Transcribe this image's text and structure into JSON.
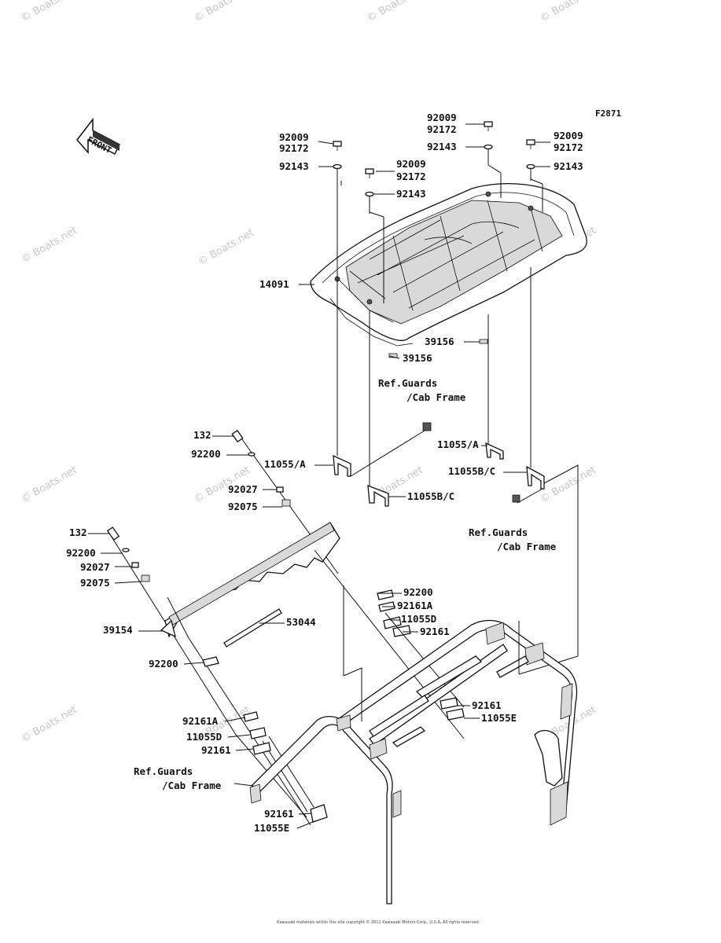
{
  "figure_code": "F2871",
  "front_label": "FRONT",
  "watermark": "© Boats.net",
  "copyright": "Kawasaki materials within this site copyright © 2011 Kawasaki Motors Corp., U.S.A. All rights reserved.",
  "ref_note": "Ref. Guards /Cab Frame",
  "ref_line1": "Ref.Guards",
  "ref_line2": "/Cab Frame",
  "part_labels": {
    "l92009_a": "92009",
    "l92172_a": "92172",
    "l92143_a": "92143",
    "l92009_b": "92009",
    "l92172_b": "92172",
    "l92143_b": "92143",
    "l92009_c": "92009",
    "l92172_c": "92172",
    "l92143_c": "92143",
    "l92009_d": "92009",
    "l92172_d": "92172",
    "l92143_d": "92143",
    "l14091": "14091",
    "l39156_a": "39156",
    "l39156_b": "39156",
    "l132_a": "132",
    "l92200_a": "92200",
    "l11055A_a": "11055/A",
    "l92027_a": "92027",
    "l92075_a": "92075",
    "l11055BC_a": "11055B/C",
    "l11055A_b": "11055/A",
    "l11055BC_b": "11055B/C",
    "l132_b": "132",
    "l92200_b": "92200",
    "l92027_b": "92027",
    "l92075_b": "92075",
    "l39154": "39154",
    "l53044": "53044",
    "l92200_c": "92200",
    "l92161A_a": "92161A",
    "l11055D_a": "11055D",
    "l92161_a": "92161",
    "l92161_b": "92161",
    "l11055E_a": "11055E",
    "l92200_d": "92200",
    "l92161A_b": "92161A",
    "l11055D_b": "11055D",
    "l92161_c": "92161",
    "l92161_d": "92161",
    "l11055E_b": "11055E"
  }
}
